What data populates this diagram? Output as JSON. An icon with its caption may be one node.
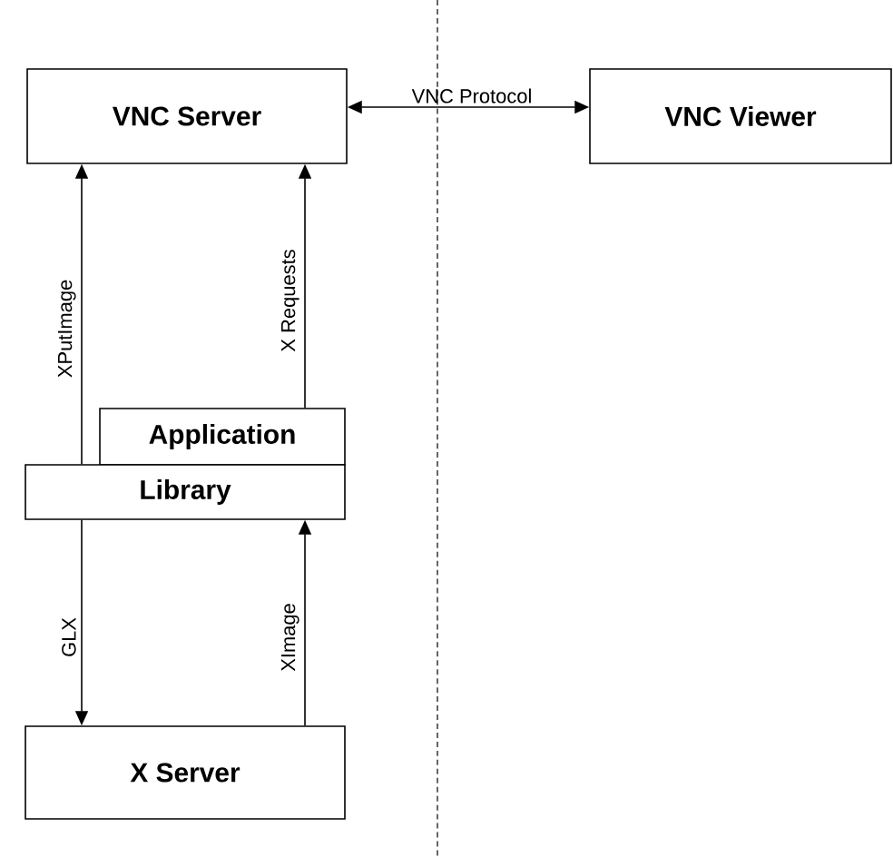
{
  "diagram": {
    "nodes": [
      {
        "text": [
          "VNC Server"
        ]
      },
      {
        "text": [
          "VNC Viewer"
        ]
      },
      {
        "text": [
          "Application"
        ]
      },
      {
        "text": [
          "Library"
        ]
      },
      {
        "text": [
          "X Server"
        ]
      }
    ],
    "edges": [
      {
        "from": 3,
        "to": 0,
        "arrow": "to",
        "label": "XPutImage"
      },
      {
        "from": 2,
        "to": 0,
        "arrow": "to",
        "label": "X Requests"
      },
      {
        "from": 0,
        "to": 1,
        "arrow": "both",
        "label": "VNC Protocol"
      },
      {
        "from": 3,
        "to": 4,
        "arrow": "to",
        "label": "GLX"
      },
      {
        "from": 4,
        "to": 3,
        "arrow": "to",
        "label": "XImage"
      }
    ]
  }
}
